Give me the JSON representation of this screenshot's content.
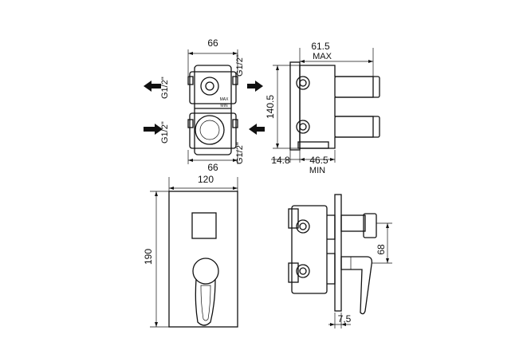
{
  "dimensions": {
    "top_view_width": "66",
    "bottom_view_width": "66",
    "thread_top_left": "G1/2\"",
    "thread_top_right": "G1/2\"",
    "thread_bottom_left": "G1/2\"",
    "thread_bottom_right": "G1/2\"",
    "max_label_part": "MAX",
    "min_label_part": "MIN",
    "side_depth_max": "61.5",
    "side_max_label": "MAX",
    "side_height": "140.5",
    "side_offset": "14.8",
    "side_depth_min": "46.5",
    "side_min_label": "MIN",
    "plate_width": "120",
    "plate_height": "190",
    "handle_height": "68",
    "plate_thickness": "7,5"
  }
}
